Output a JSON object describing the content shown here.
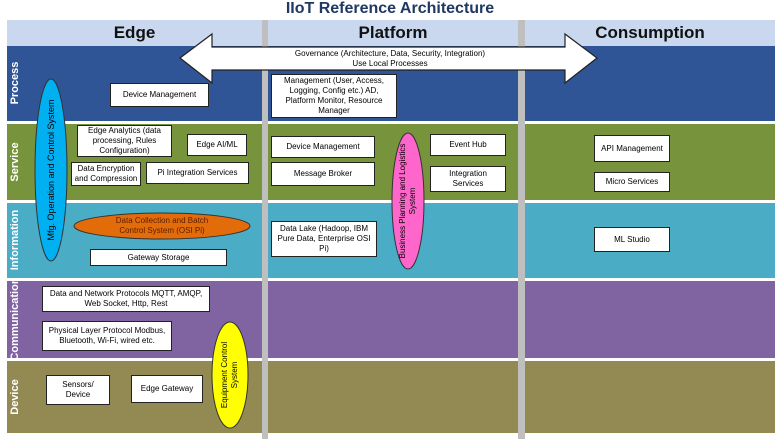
{
  "title": "IIoT Reference Architecture",
  "columns": [
    "Edge",
    "Platform",
    "Consumption"
  ],
  "rows": [
    "Process",
    "Service",
    "Information",
    "Communication",
    "Device"
  ],
  "arrow": {
    "line1": "Governance (Architecture, Data, Security, Integration)",
    "line2": "Use Local Processes"
  },
  "vertical_labels": {
    "mfg": "Mfg. Operation and Control System",
    "business": "Business Planning and Logistics System",
    "equipment": "Equipment Control System"
  },
  "data_collection": {
    "line1": "Data Collection and Batch",
    "line2": "Control System (OSI Pi)"
  },
  "boxes": {
    "edge_device_management": "Device Management",
    "edge_analytics": "Edge Analytics (data processing, Rules Configuration)",
    "edge_ai_ml": "Edge AI/ML",
    "data_encryption": "Data Encryption and Compression",
    "pi_integration": "Pi Integration Services",
    "gateway_storage": "Gateway Storage",
    "data_network_protocols": "Data and Network Protocols MQTT, AMQP, Web Socket, Http, Rest",
    "physical_layer": "Physical Layer Protocol Modbus, Bluetooth, Wi-Fi, wired etc.",
    "sensors": "Sensors/ Device",
    "edge_gateway": "Edge Gateway",
    "platform_management": "Management (User, Access, Logging, Config etc.) AD, Platform Monitor, Resource Manager",
    "platform_device_management": "Device Management",
    "message_broker": "Message Broker",
    "event_hub": "Event Hub",
    "integration_services": "Integration Services",
    "data_lake": "Data Lake (Hadoop, IBM Pure Data, Enterprise OSI Pi)",
    "api_management": "API Management",
    "micro_services": "Micro Services",
    "ml_studio": "ML Studio"
  },
  "colors": {
    "process": "#2f5597",
    "service": "#77933c",
    "information": "#4bacc6",
    "communication": "#8064a2",
    "device": "#938953",
    "header": "#c9d8ee",
    "title": "#1f3864",
    "mfg_ellipse": "#00b0f0",
    "business_ellipse": "#ff66cc",
    "equipment_ellipse": "#ffff00",
    "data_collection_ellipse": "#e36c0a"
  }
}
